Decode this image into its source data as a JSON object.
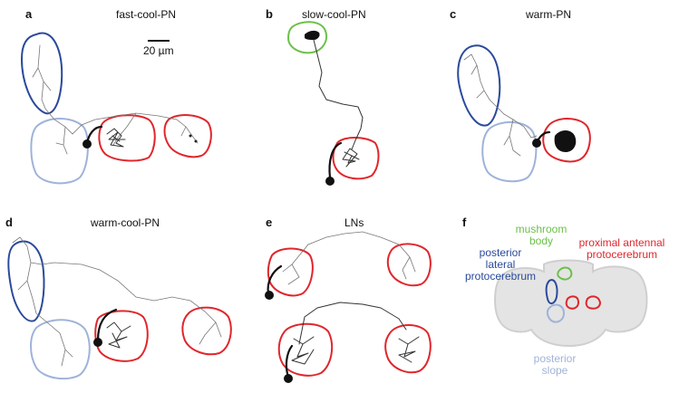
{
  "panels": {
    "a": {
      "letter": "a",
      "title": "fast-cool-PN",
      "scale_bar": "20 µm"
    },
    "b": {
      "letter": "b",
      "title": "slow-cool-PN"
    },
    "c": {
      "letter": "c",
      "title": "warm-PN"
    },
    "d": {
      "letter": "d",
      "title": "warm-cool-PN"
    },
    "e": {
      "letter": "e",
      "title": "LNs"
    },
    "f": {
      "letter": "f",
      "labels": {
        "mushroom_line1": "mushroom",
        "mushroom_line2": "body",
        "pap_line1": "proximal antennal",
        "pap_line2": "protocerebrum",
        "plp_line1": "posterior",
        "plp_line2": "lateral",
        "plp_line3": "protocerebrum",
        "ps_line1": "posterior",
        "ps_line2": "slope"
      }
    }
  },
  "colors": {
    "proximal_antennal_protocerebrum": "#e0262c",
    "posterior_lateral_protocerebrum": "#2a4a9a",
    "posterior_slope": "#9fb3d9",
    "mushroom_body": "#6cc04a",
    "brain_outline": "#d0d0d0",
    "neuron": "#333333"
  }
}
